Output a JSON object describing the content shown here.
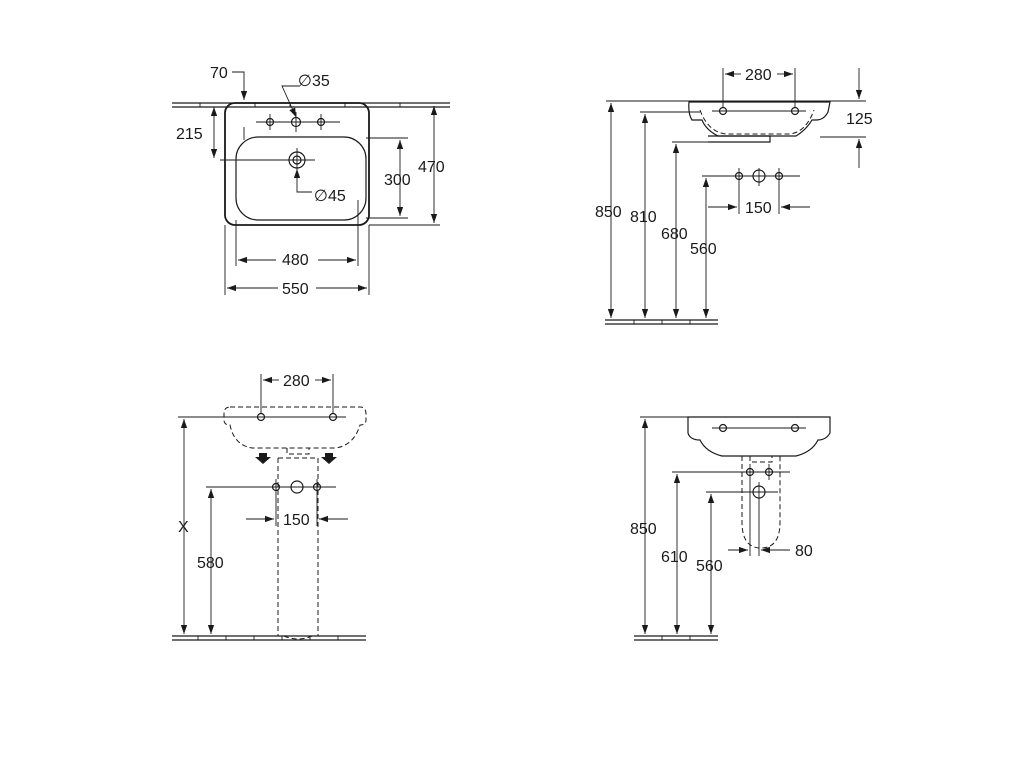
{
  "top_view": {
    "dim_tap_offset": "70",
    "dim_tap_hole": "∅35",
    "dim_tap_depth": "215",
    "dim_waste": "∅45",
    "dim_bowl_depth": "300",
    "dim_total_depth": "470",
    "dim_bowl_width": "480",
    "dim_total_width": "550"
  },
  "side_view": {
    "dim_tap_spacing": "280",
    "dim_basin_height": "125",
    "dim_rim_height": "850",
    "dim_underside": "810",
    "dim_trap": "680",
    "dim_supply": "560",
    "dim_supply_spacing": "150"
  },
  "pedestal_view": {
    "dim_tap_spacing": "280",
    "dim_rim_height": "X",
    "dim_supply": "580",
    "dim_supply_spacing": "150"
  },
  "semi_pedestal_view": {
    "dim_rim_height": "850",
    "dim_supply": "610",
    "dim_waste": "560",
    "dim_offset": "80"
  }
}
